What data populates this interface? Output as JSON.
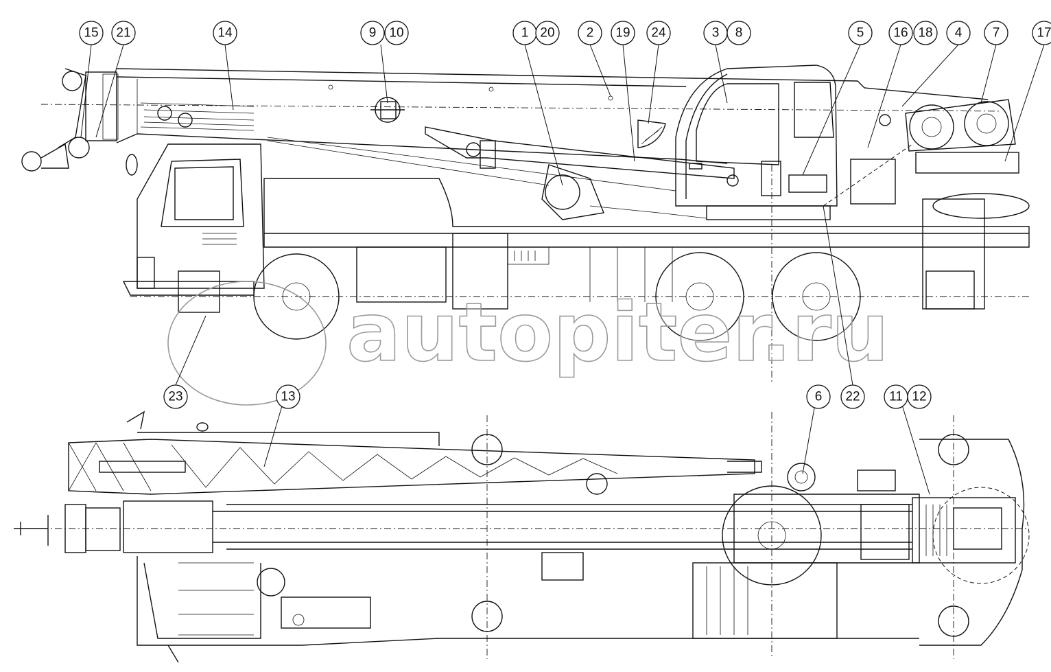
{
  "diagram": {
    "title": "Truck crane general arrangement",
    "watermark": "autopiter.ru",
    "callouts_side_view": [
      "15",
      "21",
      "14",
      "9",
      "10",
      "1",
      "20",
      "2",
      "19",
      "24",
      "3",
      "8",
      "5",
      "16",
      "18",
      "4",
      "7",
      "17"
    ],
    "callouts_lower": [
      "23",
      "13",
      "6",
      "22",
      "11",
      "12"
    ]
  }
}
